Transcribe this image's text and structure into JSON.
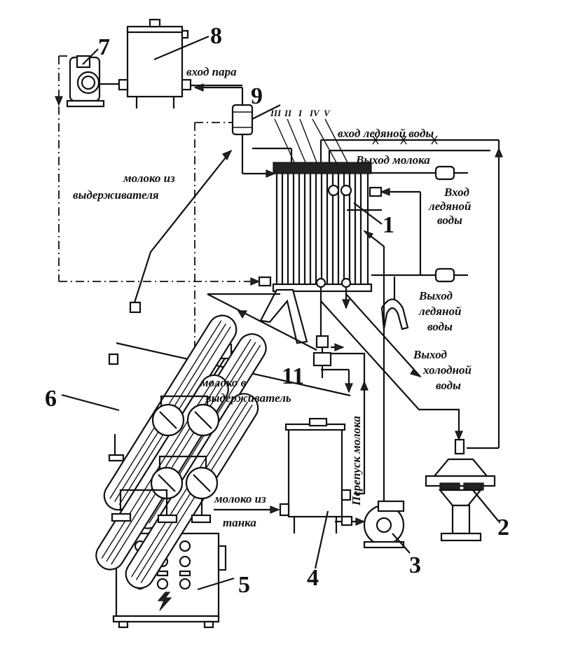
{
  "numbers": {
    "n1": "1",
    "n2": "2",
    "n3": "3",
    "n4": "4",
    "n5": "5",
    "n6": "6",
    "n7": "7",
    "n8": "8",
    "n9": "9",
    "n11": "11"
  },
  "sections": [
    "III",
    "II",
    "I",
    "IV",
    "V"
  ],
  "labels": {
    "steam_inlet": "вход пара",
    "ice_water_inlet_top": "вход ледяной воды",
    "milk_outlet": "Выход молока",
    "ice_water_inlet_l1": "Вход",
    "ice_water_inlet_l2": "ледяной",
    "ice_water_inlet_l3": "воды",
    "ice_water_outlet_l1": "Выход",
    "ice_water_outlet_l2": "ледяной",
    "ice_water_outlet_l3": "воды",
    "cold_water_outlet_l1": "Выход",
    "cold_water_outlet_l2": "холодной",
    "cold_water_outlet_l3": "воды",
    "milk_from_holder_l1": "молоко из",
    "milk_from_holder_l2": "выдерживателя",
    "milk_to_holder_l1": "молоко в",
    "milk_to_holder_l2": "выдерживатель",
    "milk_bypass": "Перепуск молока",
    "milk_from_tank_l1": "молоко из",
    "milk_from_tank_l2": "танка"
  },
  "symbols": {
    "bolt": "lightning-bolt-icon"
  }
}
